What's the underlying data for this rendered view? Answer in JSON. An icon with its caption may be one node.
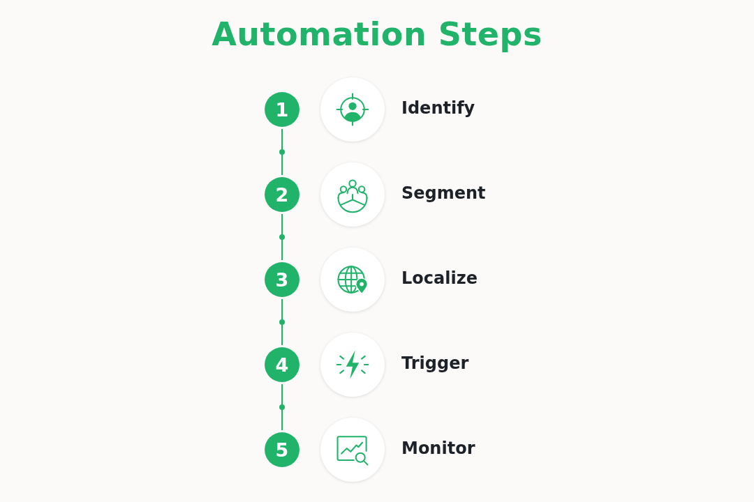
{
  "diagram": {
    "title": "Automation Steps",
    "nodes": [
      {
        "text": [
          "1"
        ]
      },
      {
        "text": [
          "2"
        ]
      },
      {
        "text": [
          "3"
        ]
      },
      {
        "text": [
          "4"
        ]
      },
      {
        "text": [
          "5"
        ]
      },
      {
        "text": [],
        "shape": "circle",
        "beside": [
          "Identify"
        ]
      },
      {
        "text": [],
        "shape": "circle",
        "beside": [
          "Segment"
        ]
      },
      {
        "text": [],
        "shape": "circle",
        "beside": [
          "Localize"
        ]
      },
      {
        "text": [],
        "shape": "circle",
        "beside": [
          "Trigger"
        ]
      },
      {
        "text": [],
        "shape": "circle",
        "beside": [
          "Monitor"
        ]
      }
    ],
    "edges": [
      {
        "from": 0,
        "to": 1,
        "arrow": "none"
      },
      {
        "from": 1,
        "to": 2,
        "arrow": "none"
      },
      {
        "from": 2,
        "to": 3,
        "arrow": "none"
      },
      {
        "from": 3,
        "to": 4,
        "arrow": "none"
      }
    ]
  }
}
